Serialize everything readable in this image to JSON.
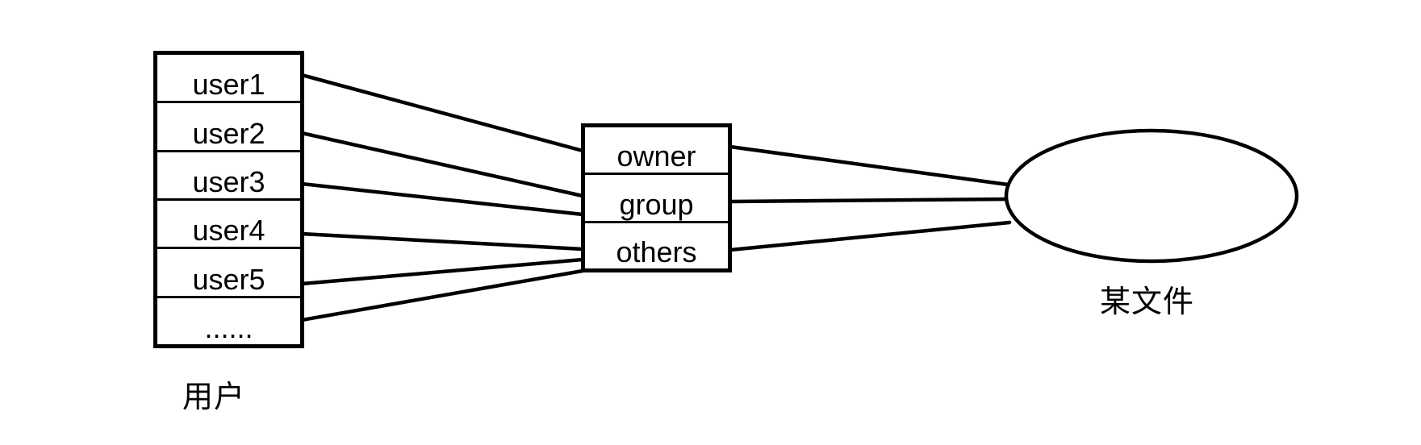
{
  "colors": {
    "line": "#000000",
    "background": "#ffffff",
    "text": "#000000"
  },
  "users": {
    "rows": [
      "user1",
      "user2",
      "user3",
      "user4",
      "user5",
      "......"
    ],
    "label": "用户"
  },
  "permissions": {
    "rows": [
      "owner",
      "group",
      "others"
    ]
  },
  "file": {
    "label": "某文件"
  },
  "connections": {
    "user_to_permissions": [
      {
        "from": "user1",
        "to": "permissions-box"
      },
      {
        "from": "user2",
        "to": "permissions-box"
      },
      {
        "from": "user3",
        "to": "permissions-box"
      },
      {
        "from": "user4",
        "to": "permissions-box"
      },
      {
        "from": "user5",
        "to": "permissions-box"
      },
      {
        "from": "......",
        "to": "permissions-box"
      }
    ],
    "permissions_to_file": [
      {
        "from": "owner",
        "to": "某文件"
      },
      {
        "from": "group",
        "to": "某文件"
      },
      {
        "from": "others",
        "to": "某文件"
      }
    ]
  }
}
